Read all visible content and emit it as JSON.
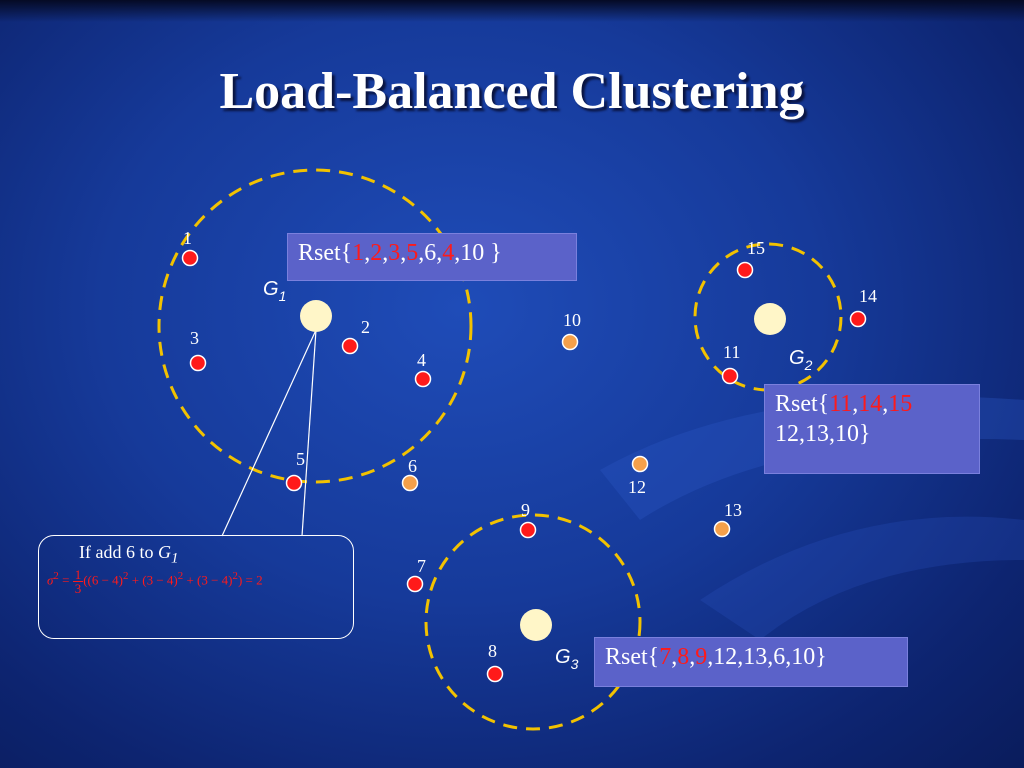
{
  "title": "Load-Balanced Clustering",
  "colors": {
    "background": "#163a9a",
    "circle_border": "#f2c200",
    "red_node": "#ff1a1a",
    "orange_node": "#f5a04a",
    "gateway": "#fff6c8",
    "rset_box": "#5b62c9",
    "highlight_text": "#ff1a1a"
  },
  "nodes": [
    {
      "id": "1",
      "color": "red"
    },
    {
      "id": "2",
      "color": "red"
    },
    {
      "id": "3",
      "color": "red"
    },
    {
      "id": "4",
      "color": "red"
    },
    {
      "id": "5",
      "color": "red"
    },
    {
      "id": "6",
      "color": "orange"
    },
    {
      "id": "7",
      "color": "red"
    },
    {
      "id": "8",
      "color": "red"
    },
    {
      "id": "9",
      "color": "red"
    },
    {
      "id": "10",
      "color": "orange"
    },
    {
      "id": "11",
      "color": "red"
    },
    {
      "id": "12",
      "color": "orange"
    },
    {
      "id": "13",
      "color": "orange"
    },
    {
      "id": "14",
      "color": "red"
    },
    {
      "id": "15",
      "color": "red"
    }
  ],
  "gateways": [
    {
      "label": "G",
      "sub": "1"
    },
    {
      "label": "G",
      "sub": "2"
    },
    {
      "label": "G",
      "sub": "3"
    }
  ],
  "rsets": {
    "g1": {
      "prefix": "Rset{",
      "red1": "1",
      "c1": ",",
      "red2": "2",
      "c2": ",",
      "red3": "3",
      "c3": ",",
      "red4": "5",
      "c4": ",6,",
      "red5": "4",
      "suffix": ",10 }"
    },
    "g2": {
      "prefix": "Rset{",
      "red1": "11",
      "c1": ",",
      "red2": "14",
      "c2": ",",
      "red3": "15",
      "line2": "12,13,10}"
    },
    "g3": {
      "prefix": "Rset{",
      "red1": "7",
      "c1": ",",
      "red2": "8",
      "c2": ",",
      "red3": "9",
      "suffix": ",12,13,6,10}"
    }
  },
  "callout": {
    "title_prefix": "If  add 6 to ",
    "title_g": "G",
    "title_sub": "1",
    "sigma": "σ",
    "sq": "2",
    "eq": " = ",
    "num": "1",
    "den": "3",
    "t1": "((6 − 4)",
    "t2": " + (3 − 4)",
    "t3": " + (3 − 4)",
    "tail": ") = 2"
  }
}
